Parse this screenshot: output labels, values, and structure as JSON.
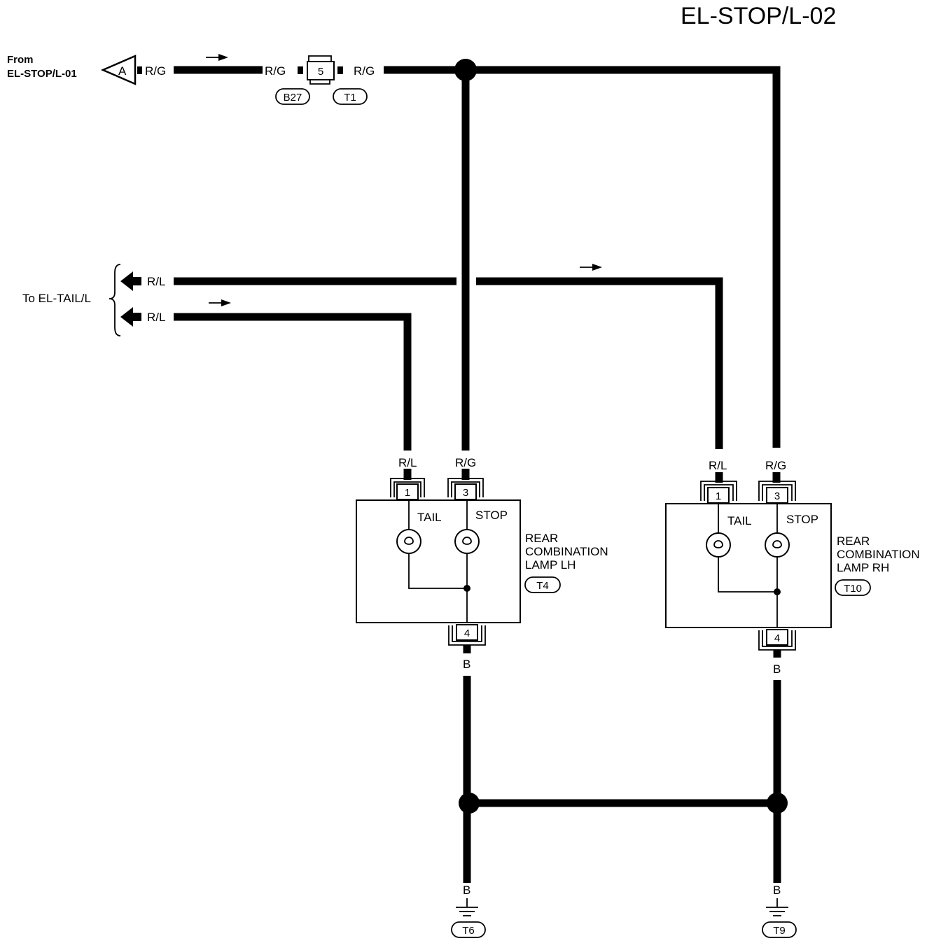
{
  "title": "EL-STOP/L-02",
  "source": {
    "from_line1": "From",
    "from_line2": "EL-STOP/L-01",
    "connector_letter": "A"
  },
  "wire_colors": {
    "rg": "R/G",
    "rl": "R/L",
    "b": "B"
  },
  "joint_connector": {
    "pin": "5",
    "id_left": "B27",
    "id_right": "T1"
  },
  "tail_destination": "To EL-TAIL/L",
  "lamp_lh": {
    "name_line1": "REAR",
    "name_line2": "COMBINATION",
    "name_line3": "LAMP LH",
    "connector_id": "T4",
    "pin_tail": "1",
    "pin_stop": "3",
    "pin_ground": "4",
    "bulb_tail": "TAIL",
    "bulb_stop": "STOP"
  },
  "lamp_rh": {
    "name_line1": "REAR",
    "name_line2": "COMBINATION",
    "name_line3": "LAMP RH",
    "connector_id": "T10",
    "pin_tail": "1",
    "pin_stop": "3",
    "pin_ground": "4",
    "bulb_tail": "TAIL",
    "bulb_stop": "STOP"
  },
  "grounds": {
    "left": "T6",
    "right": "T9"
  }
}
